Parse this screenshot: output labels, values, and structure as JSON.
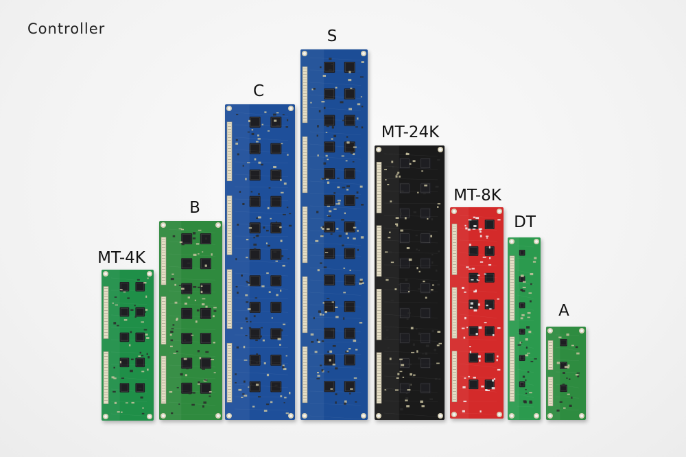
{
  "heading": "Controller",
  "boards": [
    {
      "key": "mt4k",
      "label": "MT-4K",
      "color": "#1f8f48"
    },
    {
      "key": "b",
      "label": "B",
      "color": "#2f8a3e"
    },
    {
      "key": "c",
      "label": "C",
      "color": "#1e4f9a"
    },
    {
      "key": "s",
      "label": "S",
      "color": "#1c4d96"
    },
    {
      "key": "mt24k",
      "label": "MT-24K",
      "color": "#1a1a1a"
    },
    {
      "key": "mt8k",
      "label": "MT-8K",
      "color": "#d42a2a"
    },
    {
      "key": "dt",
      "label": "DT",
      "color": "#2b9a4e"
    },
    {
      "key": "a",
      "label": "A",
      "color": "#2e8c40"
    }
  ]
}
